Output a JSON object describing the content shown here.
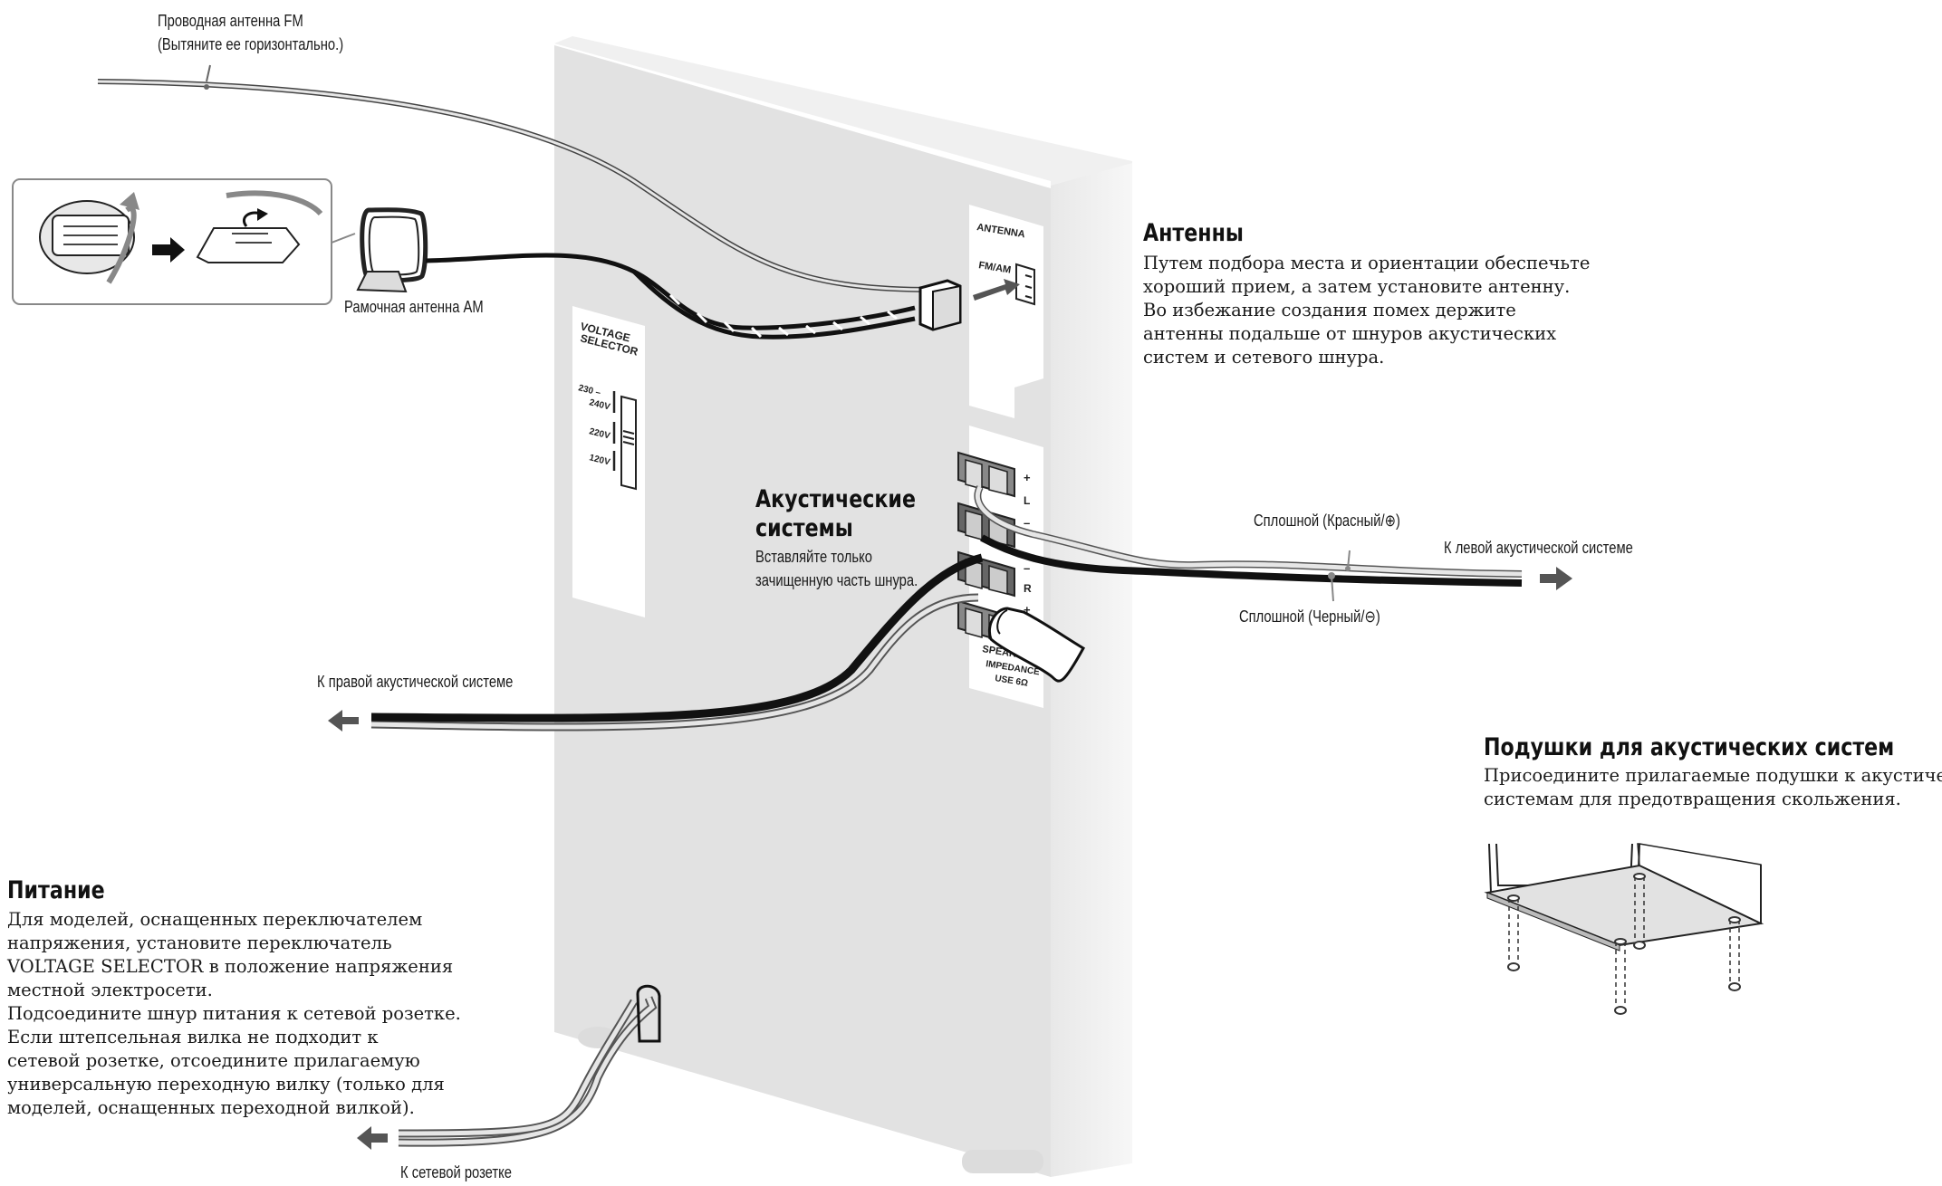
{
  "labels": {
    "fm_antenna_line1": "Проводная антенна FM",
    "fm_antenna_line2": "(Вытяните ее горизонтально.)",
    "am_antenna": "Рамочная антенна AM",
    "to_right_speaker": "К правой акустической системе",
    "to_left_speaker": "К левой акустической системе",
    "solid_red": "Сплошной (Красный/⊕)",
    "solid_black": "Сплошной (Черный/⊖)",
    "to_outlet": "К сетевой розетке"
  },
  "antennas": {
    "title": "Антенны",
    "lines": [
      "Путем подбора места и ориентации обеспечьте",
      "хороший прием, а затем установите антенну.",
      "Во избежание создания помех держите",
      "антенны подальше от шнуров акустических",
      "систем и сетевого шнура."
    ]
  },
  "speakers": {
    "title_line1": "Акустические",
    "title_line2": "системы",
    "lines": [
      "Вставляйте только",
      "зачищенную часть шнура."
    ]
  },
  "pads": {
    "title": "Подушки для акустических систем",
    "lines": [
      "Присоедините прилагаемые подушки к акустическим",
      "системам для предотвращения скольжения."
    ]
  },
  "power": {
    "title": "Питание",
    "lines": [
      "Для моделей, оснащенных переключателем",
      "напряжения, установите переключатель",
      "VOLTAGE SELECTOR в положение напряжения",
      "местной электросети.",
      "Подсоедините шнур питания к сетевой розетке.",
      "Если штепсельная вилка не подходит к",
      "сетевой розетке, отсоедините прилагаемую",
      "универсальную переходную вилку (только для",
      "моделей, оснащенных переходной вилкой)."
    ]
  },
  "panel": {
    "antenna": "ANTENNA",
    "fm_am": "FM/AM",
    "voltage_selector_1": "VOLTAGE",
    "voltage_selector_2": "SELECTOR",
    "v230_a": "230 –",
    "v230_b": "240V",
    "v220": "220V",
    "v120": "120V",
    "plus_top": "+",
    "l_mark": "L",
    "minus_top": "–",
    "minus_bottom": "–",
    "r_mark": "R",
    "plus_bottom": "+",
    "speaker_1": "SPEAKER",
    "speaker_2": "IMPEDANCE",
    "speaker_3": "USE 6Ω"
  }
}
